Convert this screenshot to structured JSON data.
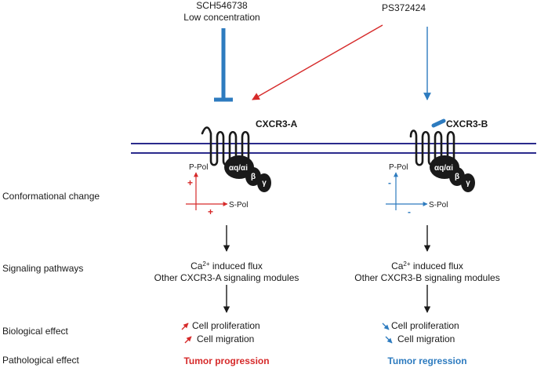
{
  "colors": {
    "red": "#d62a2a",
    "blue": "#2d7bbf",
    "membrane": "#2b2b8c",
    "black": "#1a1a1a"
  },
  "top": {
    "sch_name": "SCH546738",
    "sch_conc": "Low concentration",
    "ps_name": "PS372424"
  },
  "receptors": {
    "a_name": "CXCR3-A",
    "b_name": "CXCR3-B",
    "g_alpha": "αq/αi",
    "g_beta": "β",
    "g_gamma": "γ"
  },
  "axes": {
    "y_label": "P-Pol",
    "x_label": "S-Pol",
    "a_sign": "+",
    "b_sign": "-"
  },
  "rows": {
    "conformational": "Conformational change",
    "signaling": "Signaling pathways",
    "biological": "Biological effect",
    "pathological": "Pathological effect"
  },
  "signaling": {
    "ca_prefix": "Ca",
    "ca_sup": "2+",
    "ca_suffix": " induced flux",
    "a_modules": "Other CXCR3-A signaling modules",
    "b_modules": "Other CXCR3-B signaling modules"
  },
  "effects": {
    "proliferation": "Cell proliferation",
    "migration": "Cell migration",
    "a_outcome": "Tumor progression",
    "b_outcome": "Tumor regression"
  }
}
